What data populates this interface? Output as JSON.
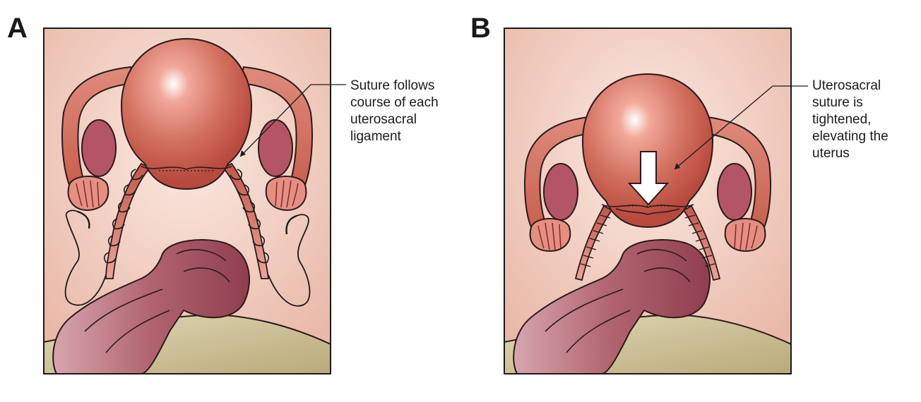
{
  "panels": {
    "a": {
      "letter": "A",
      "callout": "Suture follows\ncourse of each\nuterosacral\nligament"
    },
    "b": {
      "letter": "B",
      "callout": "Uterosacral\nsuture is\ntightened,\nelevating the\nuterus"
    }
  },
  "colors": {
    "background": "#f0cbbd",
    "uterus": "#cf6b5c",
    "tube": "#d98373",
    "ovary": "#b85563",
    "bowel": "#a55165",
    "sacrum": "#cfc39a",
    "outline": "#2b1a1a"
  }
}
